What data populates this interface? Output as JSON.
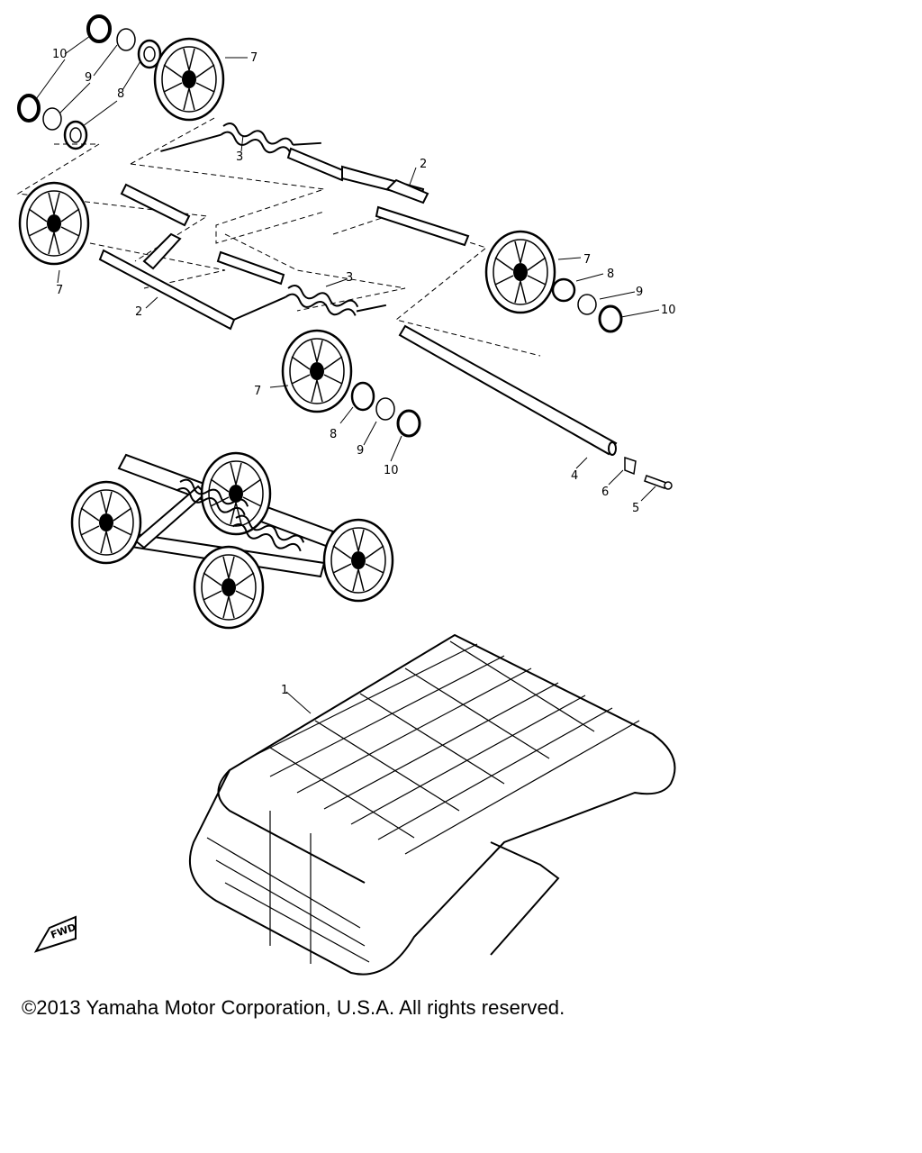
{
  "callouts": {
    "c10a": "10",
    "c9a": "9",
    "c8a": "8",
    "c7a": "7",
    "c3a": "3",
    "c2a": "2",
    "c7b": "7",
    "c2b": "2",
    "c3b": "3",
    "c7c": "7",
    "c8c": "8",
    "c9c": "9",
    "c10c": "10",
    "c7d": "7",
    "c8d": "8",
    "c9d": "9",
    "c10d": "10",
    "c4": "4",
    "c6": "6",
    "c5": "5",
    "c1": "1"
  },
  "fwd_label": "FWD",
  "copyright": "©2013 Yamaha Motor Corporation, U.S.A. All rights reserved."
}
